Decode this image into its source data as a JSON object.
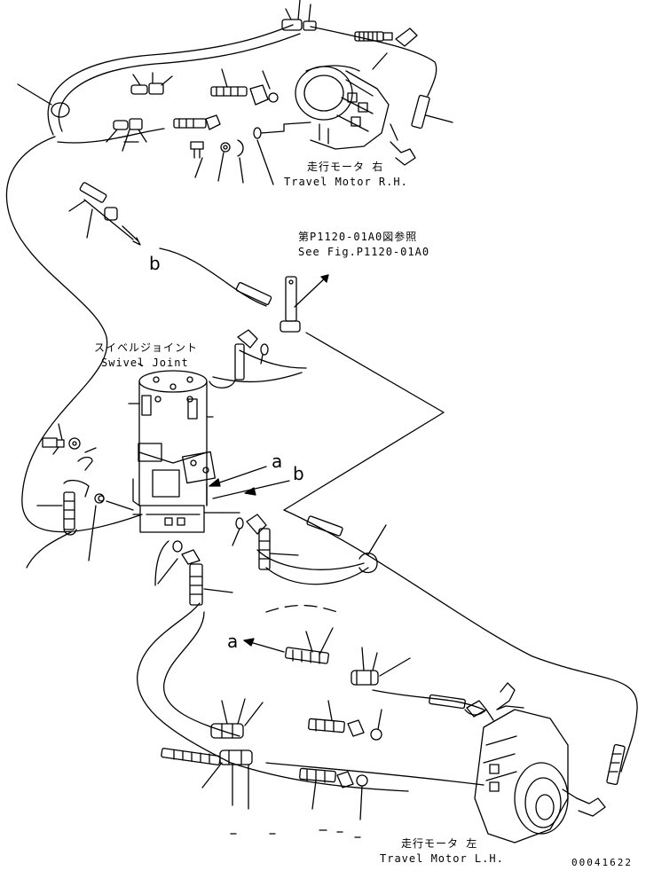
{
  "labels": {
    "travel_motor_rh_jp": "走行モータ 右",
    "travel_motor_rh_en": "Travel Motor R.H.",
    "see_fig_jp": "第P1120-01A0図参照",
    "see_fig_en": "See Fig.P1120-01A0",
    "swivel_joint_jp": "スイベルジョイント",
    "swivel_joint_en": "Swivel Joint",
    "travel_motor_lh_jp": "走行モータ 左",
    "travel_motor_lh_en": "Travel Motor L.H."
  },
  "refs": {
    "a_upper": "a",
    "b_upper": "b",
    "b_lower": "b",
    "a_lower": "a"
  },
  "drawing_number": "00041622"
}
